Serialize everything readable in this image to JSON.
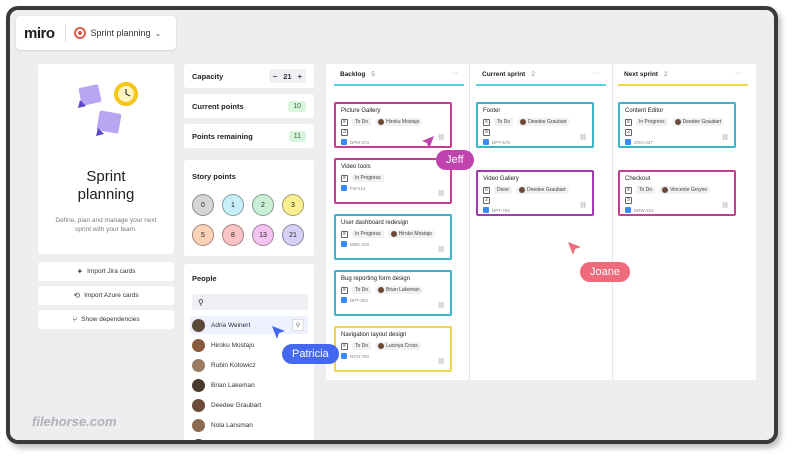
{
  "app": {
    "logo": "miro",
    "board_name": "Sprint planning"
  },
  "left_panel": {
    "title_line1": "Sprint",
    "title_line2": "planning",
    "description": "Define, plan and manage your next sprint with your team.",
    "buttons": [
      {
        "label": "Import Jira cards",
        "icon": "jira-icon"
      },
      {
        "label": "Import Azure cards",
        "icon": "azure-icon"
      },
      {
        "label": "Show dependencies",
        "icon": "dependencies-icon"
      }
    ]
  },
  "metrics": {
    "capacity_label": "Capacity",
    "capacity_value": "21",
    "minus": "−",
    "plus": "+",
    "current_points_label": "Current points",
    "current_points_value": "10",
    "points_remaining_label": "Points remaining",
    "points_remaining_value": "11"
  },
  "story_points": {
    "label": "Story points",
    "chips": [
      {
        "value": "0",
        "color": "#d6d6d6"
      },
      {
        "value": "1",
        "color": "#c8eef7"
      },
      {
        "value": "2",
        "color": "#c9f0d4"
      },
      {
        "value": "3",
        "color": "#fbf091"
      },
      {
        "value": "5",
        "color": "#fdd2b7"
      },
      {
        "value": "8",
        "color": "#fbc3c3"
      },
      {
        "value": "13",
        "color": "#f3c4ef"
      },
      {
        "value": "21",
        "color": "#d4d0f6"
      }
    ]
  },
  "people": {
    "label": "People",
    "list": [
      {
        "name": "Adria Weinert",
        "color": "#5b4a3a"
      },
      {
        "name": "Hiroku Mostajo",
        "color": "#8a5a3c"
      },
      {
        "name": "Rubin Kotowicz",
        "color": "#9a7a60"
      },
      {
        "name": "Brian Lakeman",
        "color": "#4a3a2e"
      },
      {
        "name": "Deedee Graubart",
        "color": "#6b4a3a"
      },
      {
        "name": "Nola Lansman",
        "color": "#8a6a50"
      },
      {
        "name": "",
        "color": "#5a4030"
      }
    ]
  },
  "columns": [
    {
      "title": "Backlog",
      "count": "5",
      "more": "···",
      "color": "#5ed1e0",
      "cards": [
        {
          "title": "Picture Gallery",
          "status": "To Do",
          "assignee": "Hiroku Mostajo",
          "points": "3",
          "id": "DPM-373",
          "border": "#c83b8e"
        },
        {
          "title": "Video tools",
          "status": "In Progress",
          "assignee": "",
          "points": "",
          "id": "FM-214",
          "border": "#c83b8e"
        },
        {
          "title": "User dashboard redesign",
          "status": "In Progress",
          "assignee": "Hiroko Mostajo",
          "points": "",
          "id": "WBK-220",
          "border": "#3bb3c8"
        },
        {
          "title": "Bug reporting form design",
          "status": "To Do",
          "assignee": "Brian Lakeman",
          "points": "",
          "id": "DPT-303",
          "border": "#3bb3c8"
        },
        {
          "title": "Navigation layout design",
          "status": "To Do",
          "assignee": "Lucinya Cross",
          "points": "",
          "id": "NOH-783",
          "border": "#f0d64a"
        }
      ]
    },
    {
      "title": "Current sprint",
      "count": "2",
      "more": "···",
      "color": "#5ed1e0",
      "cards": [
        {
          "title": "Footer",
          "status": "To Do",
          "assignee": "Deedee Graubart",
          "points": "8",
          "id": "DPT-678",
          "border": "#3bb3c8"
        },
        {
          "title": "Video Gallery",
          "status": "Done",
          "assignee": "Deedee Graubart",
          "points": "2",
          "id": "DPT-765",
          "border": "#a03bb0"
        }
      ]
    },
    {
      "title": "Next sprint",
      "count": "2",
      "more": "···",
      "color": "#f0d64a",
      "cards": [
        {
          "title": "Content Editor",
          "status": "In Progress",
          "assignee": "Deedee Graubart",
          "points": "2",
          "id": "ZOO-437",
          "border": "#3bb3c8"
        },
        {
          "title": "Checkout",
          "status": "To Do",
          "assignee": "Vincente Groyno",
          "points": "5",
          "id": "DRW-214",
          "border": "#c83b8e"
        }
      ]
    }
  ],
  "cursors": [
    {
      "name": "Jeff",
      "color": "#c044b0"
    },
    {
      "name": "Joane",
      "color": "#ef6b7b"
    },
    {
      "name": "Patricia",
      "color": "#4568f0"
    }
  ],
  "watermark": "filehorse.com"
}
